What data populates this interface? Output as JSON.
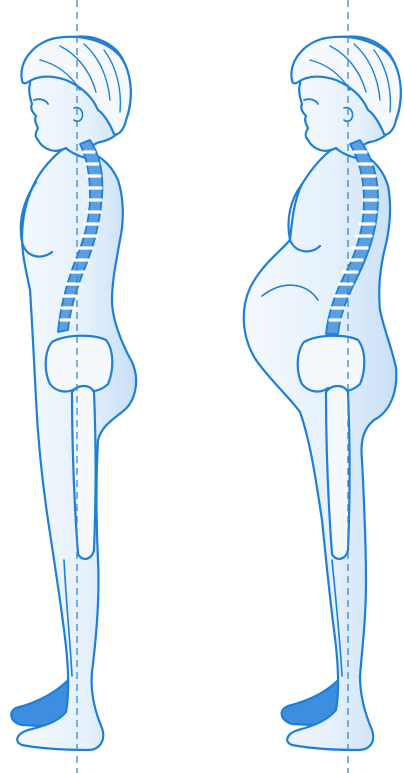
{
  "figures": [
    {
      "id": "non-pregnant",
      "state": "not pregnant"
    },
    {
      "id": "pregnant",
      "state": "pregnant"
    }
  ],
  "palette": {
    "outline": "#1f7fd6",
    "skin_fill": "#eaf3fc",
    "skin_shade": "#bcd8f3",
    "spine_fill": "#5b9fe0",
    "vertebra": "#ffffff",
    "shoe": "#3d8ee0",
    "guide_line": "#3f86cf",
    "background": "#ffffff"
  },
  "icons": {
    "spine": "spine-icon",
    "plumb_line": "dashed-vertical-line"
  }
}
